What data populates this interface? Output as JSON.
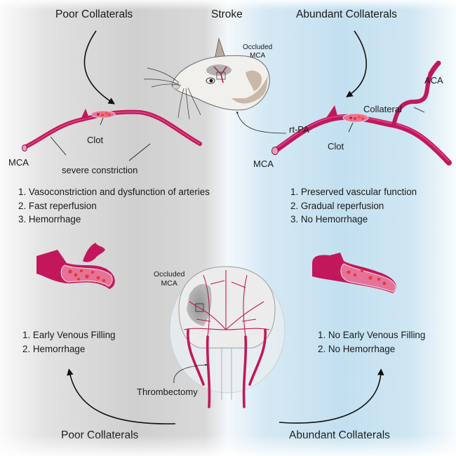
{
  "figure": {
    "center_title": "Stroke",
    "top_left_title": "Poor Collaterals",
    "top_right_title": "Abundant Collaterals",
    "bottom_left_title": "Poor Collaterals",
    "bottom_right_title": "Abundant Collaterals"
  },
  "mouse_panel": {
    "occluded_label_line1": "Occluded",
    "occluded_label_line2": "MCA",
    "treatment_label": "rt-PA"
  },
  "left_vessel": {
    "vessel_label": "MCA",
    "clot_label": "Clot",
    "constriction_label": "severe constriction"
  },
  "right_vessel": {
    "vessel_label": "MCA",
    "clot_label": "Clot",
    "collateral_label": "Collateral",
    "aca_label": "ACA"
  },
  "left_outcomes_top": [
    "1. Vasoconstriction and dysfunction of arteries",
    "2. Fast reperfusion",
    "3. Hemorrhage"
  ],
  "right_outcomes_top": [
    "1. Preserved vascular function",
    "2. Gradual reperfusion",
    "3. No Hemorrhage"
  ],
  "human_panel": {
    "occluded_label_line1": "Occluded",
    "occluded_label_line2": "MCA",
    "treatment_label": "Thrombectomy"
  },
  "left_outcomes_bottom": [
    "1. Early Venous Filling",
    "2. Hemorrhage"
  ],
  "right_outcomes_bottom": [
    "1. No Early Venous Filling",
    "2. No Hemorrhage"
  ],
  "colors": {
    "vessel": "#c2185b",
    "vessel_dark": "#8e1040",
    "clot": "#e53935",
    "poor_bg": "#cfcfcf",
    "abundant_bg": "#c3e0f0",
    "text": "#1a1a1a"
  }
}
